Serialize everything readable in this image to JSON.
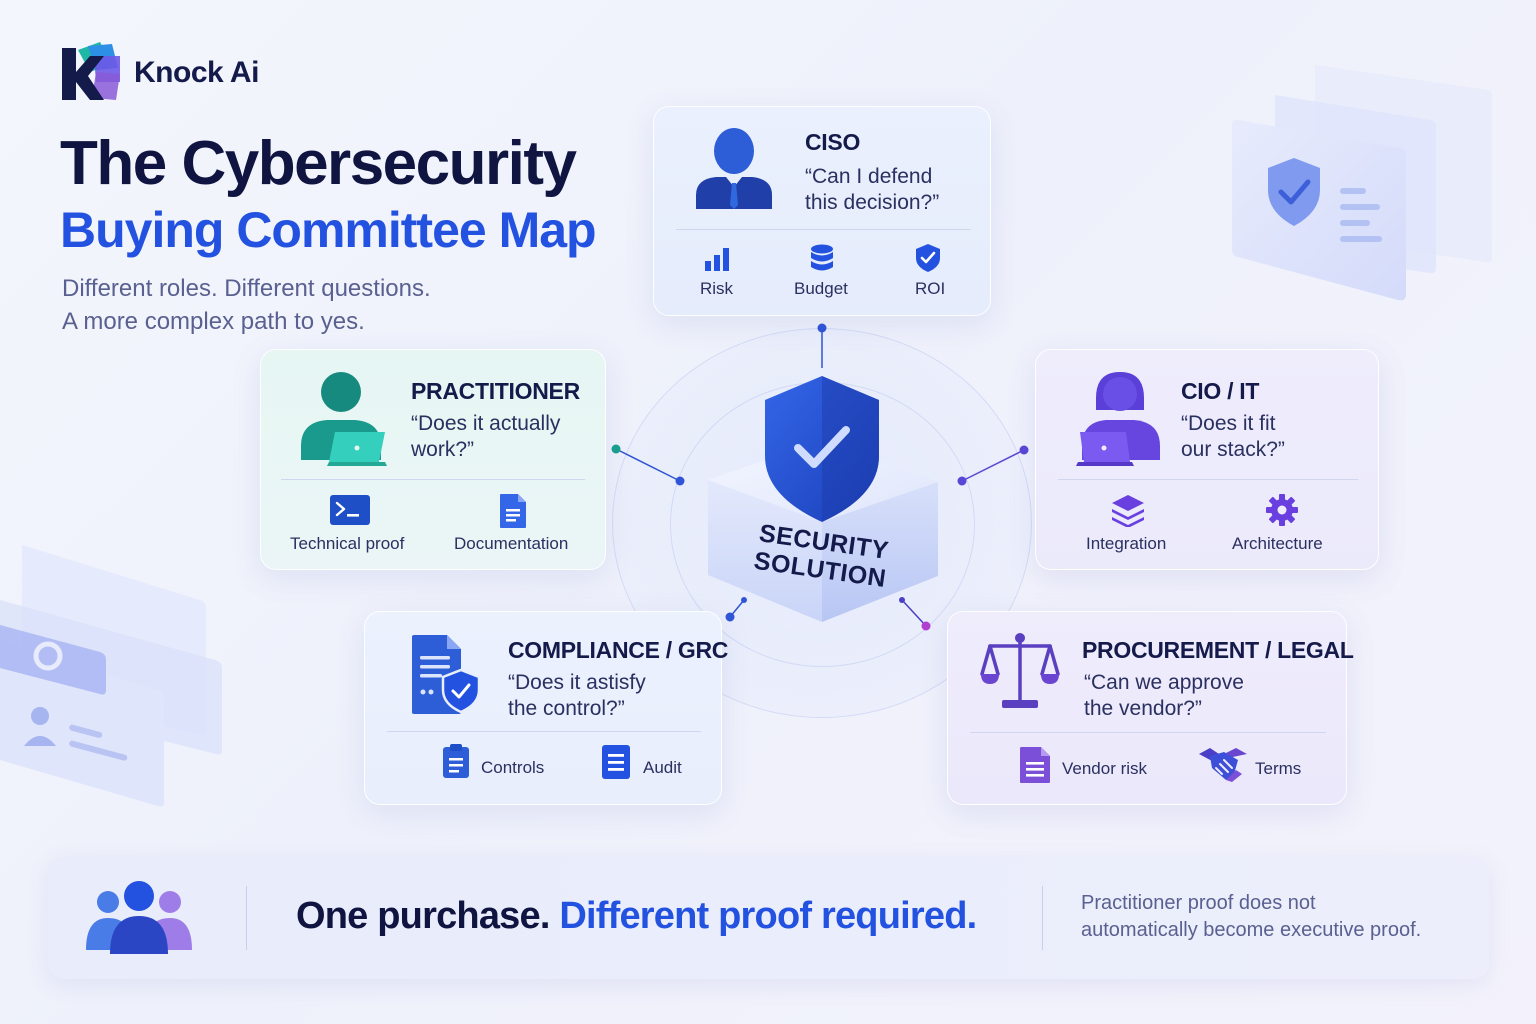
{
  "brand": {
    "name": "Knock Ai"
  },
  "header": {
    "title_line1": "The Cybersecurity",
    "title_line2": "Buying Committee Map",
    "subtitle_line1": "Different roles. Different questions.",
    "subtitle_line2": "A more complex path to yes."
  },
  "center": {
    "label_line1": "SECURITY",
    "label_line2": "SOLUTION"
  },
  "roles": {
    "ciso": {
      "title": "CISO",
      "question": "“Can I defend\n this decision?”",
      "items": [
        "Risk",
        "Budget",
        "ROI"
      ]
    },
    "practitioner": {
      "title": "PRACTITIONER",
      "question": "“Does it actually\nwork?”",
      "items": [
        "Technical proof",
        "Documentation"
      ]
    },
    "cio": {
      "title": "CIO / IT",
      "question": "“Does it fit\n our stack?”",
      "items": [
        "Integration",
        "Architecture"
      ]
    },
    "compliance": {
      "title": "COMPLIANCE / GRC",
      "question": "“Does it astisfy\n the control?”",
      "items": [
        "Controls",
        "Audit"
      ]
    },
    "procurement": {
      "title": "PROCUREMENT / LEGAL",
      "question": "“Can we approve\n the vendor?”",
      "items": [
        "Vendor risk",
        "Terms"
      ]
    }
  },
  "banner": {
    "main_part1": "One purchase.",
    "main_part2": "Different proof required.",
    "note": "Practitioner proof does not\nautomatically become executive proof."
  },
  "colors": {
    "navy": "#0f1440",
    "accent_blue": "#2452e0",
    "teal": "#14a08e",
    "purple": "#6a3fe0",
    "violet": "#7b4fd8"
  },
  "icons": {
    "ciso": "executive-person-icon",
    "practitioner": "person-laptop-icon",
    "cio": "person-laptop-icon",
    "compliance": "document-shield-icon",
    "procurement": "scales-icon",
    "center": "shield-check-icon",
    "banner": "group-people-icon"
  }
}
